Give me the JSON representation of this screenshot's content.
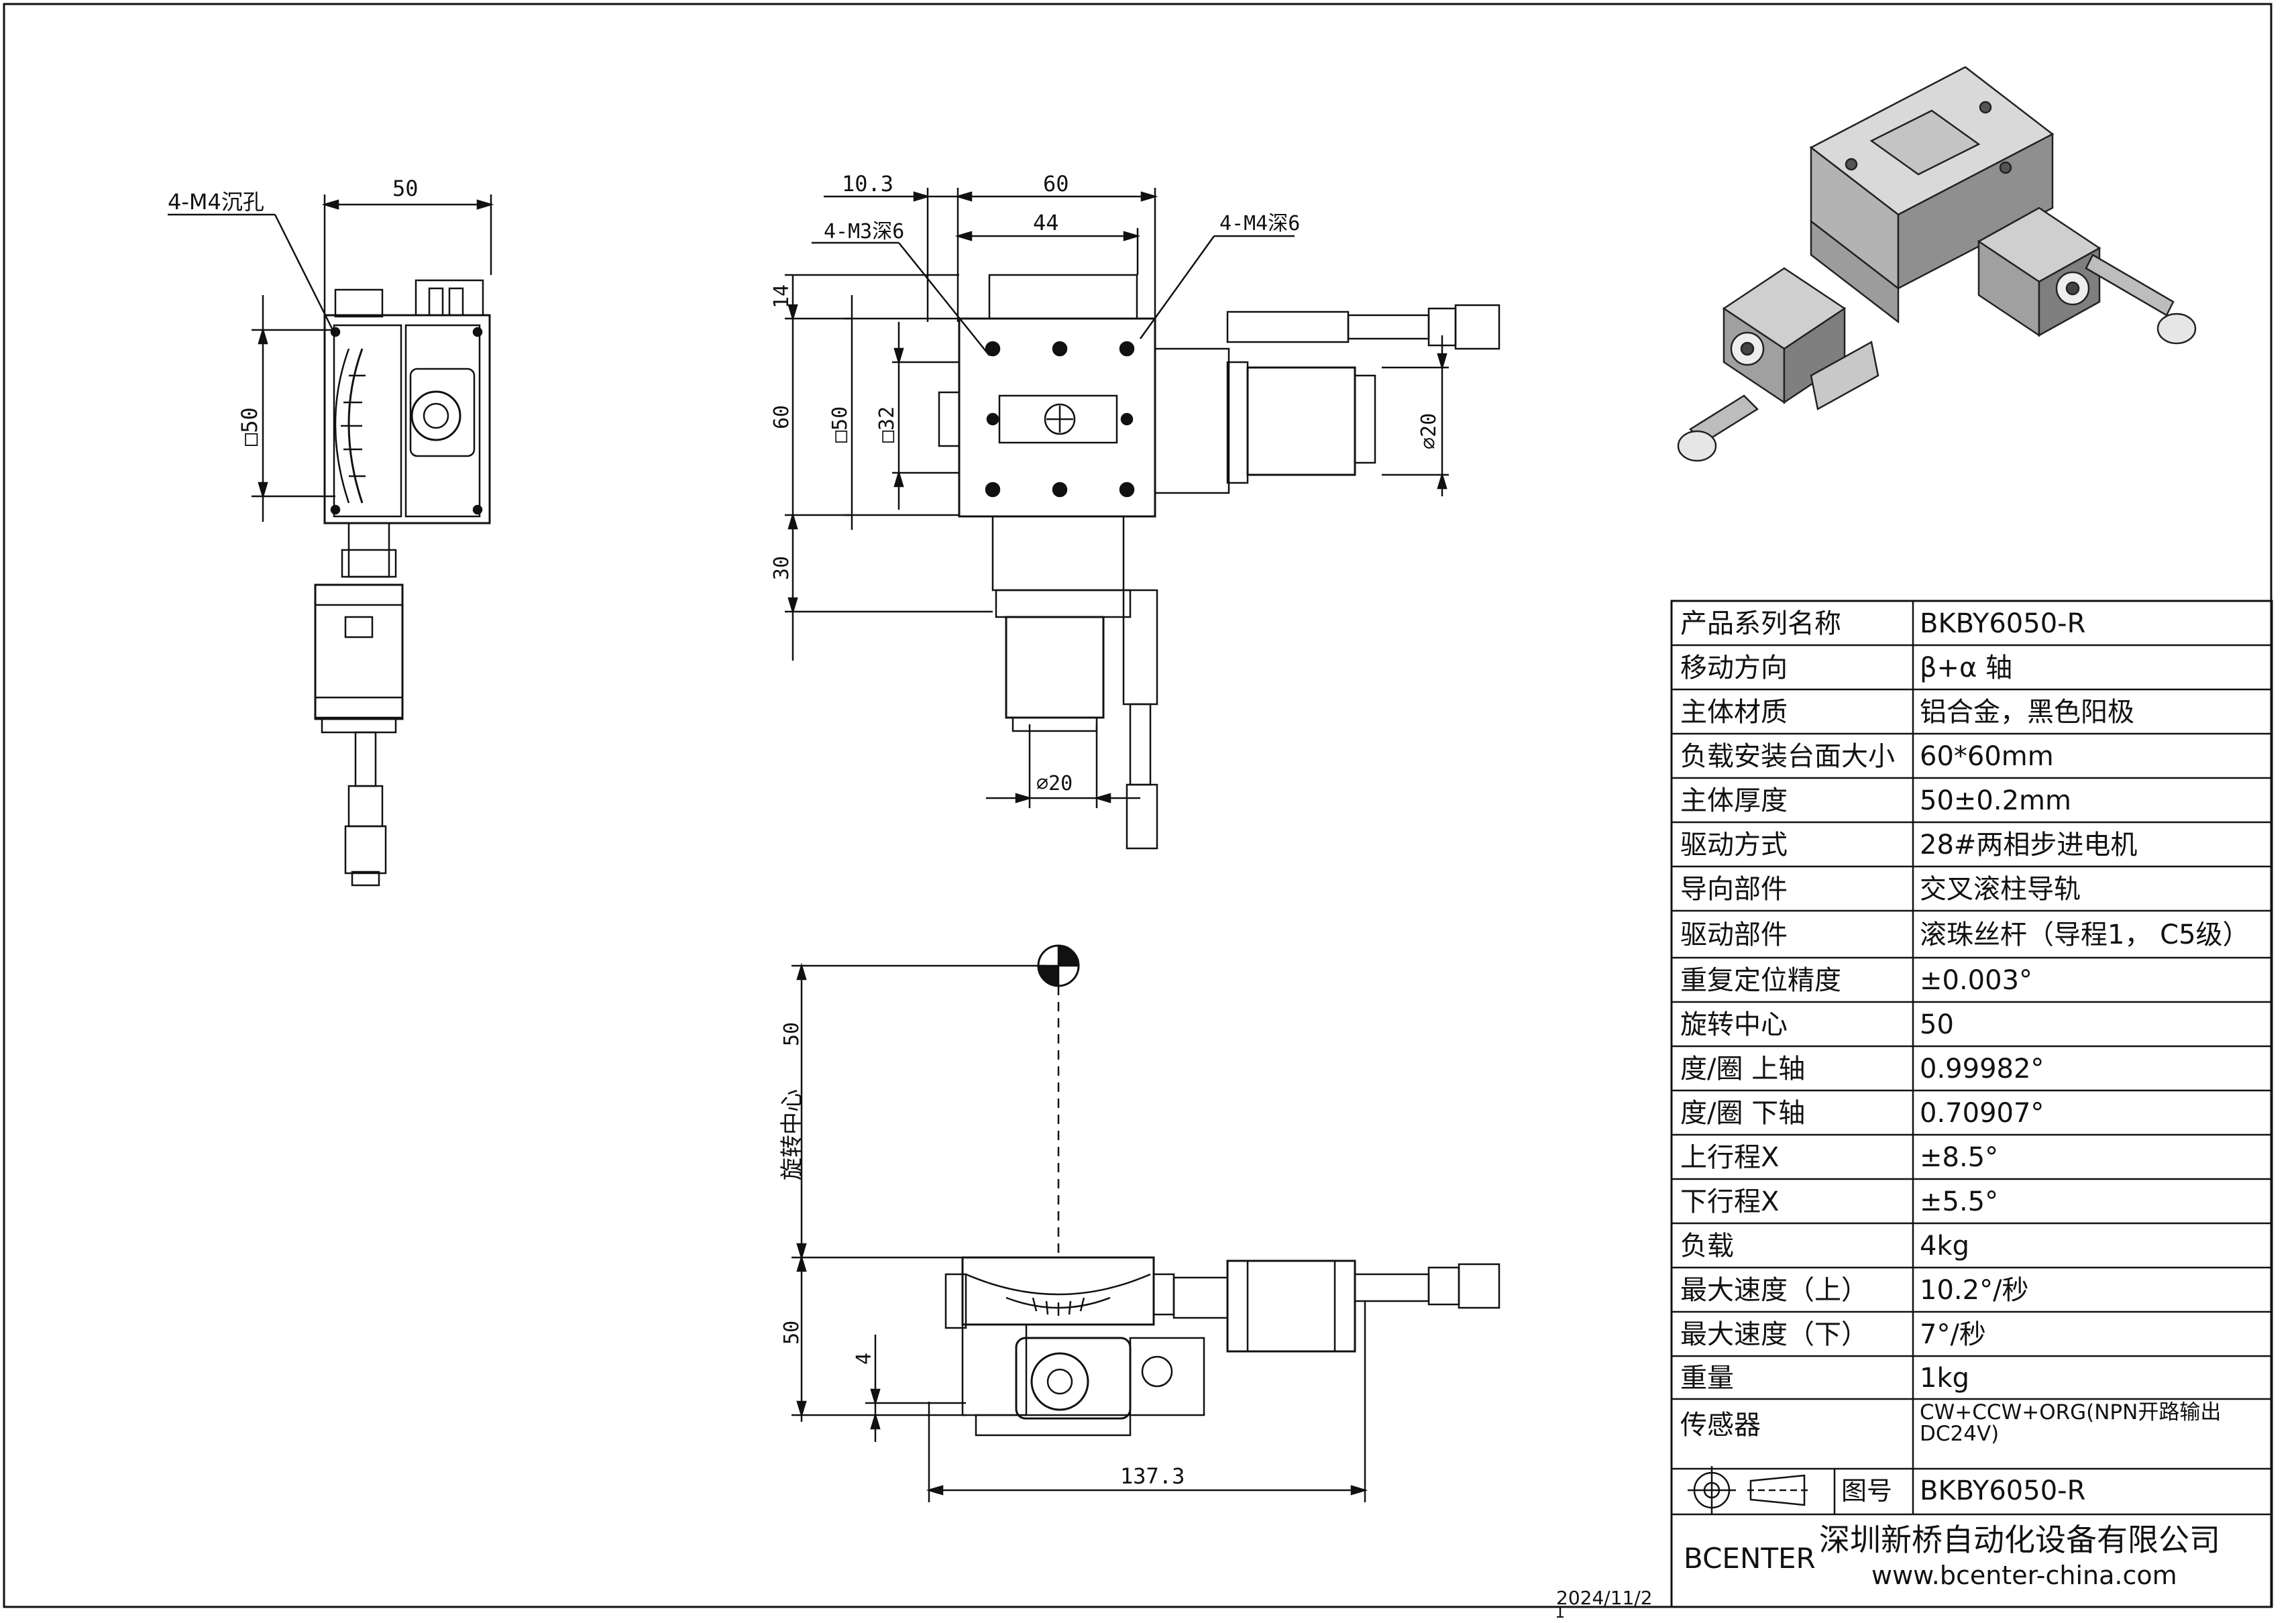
{
  "top_view": {
    "hole_label": "4-M4沉孔",
    "width_dim": "50",
    "square_dim": "□50"
  },
  "front_view": {
    "dim_10_3": "10.3",
    "dim_60_top": "60",
    "dim_44": "44",
    "label_m3": "4-M3深6",
    "label_m4": "4-M4深6",
    "dim_14": "14",
    "dim_60_left": "60",
    "dim_sq50": "□50",
    "dim_sq32": "□32",
    "dim_30": "30",
    "dim_d20_right": "⌀20",
    "dim_d20_bottom": "⌀20"
  },
  "side_view": {
    "dim_50_upper": "50",
    "center_label": "旋转中心",
    "dim_50_lower": "50",
    "dim_4": "4",
    "dim_137_3": "137.3"
  },
  "specs": [
    {
      "label": "产品系列名称",
      "value": "BKBY6050-R"
    },
    {
      "label": "移动方向",
      "value": "β+α  轴"
    },
    {
      "label": "主体材质",
      "value": "铝合金，黑色阳极"
    },
    {
      "label": "负载安装台面大小",
      "value": "60*60mm"
    },
    {
      "label": "主体厚度",
      "value": "50±0.2mm"
    },
    {
      "label": "驱动方式",
      "value": "28#两相步进电机"
    },
    {
      "label": "导向部件",
      "value": "交叉滚柱导轨"
    },
    {
      "label": "驱动部件",
      "value": "滚珠丝杆（导程1， C5级）"
    },
    {
      "label": "重复定位精度",
      "value": "±0.003°"
    },
    {
      "label": "旋转中心",
      "value": "50"
    },
    {
      "label": "度/圈  上轴",
      "value": "0.99982°"
    },
    {
      "label": "度/圈  下轴",
      "value": "0.70907°"
    },
    {
      "label": "上行程X",
      "value": "±8.5°"
    },
    {
      "label": "下行程X",
      "value": "±5.5°"
    },
    {
      "label": "负载",
      "value": "4kg"
    },
    {
      "label": "最大速度（上）",
      "value": "10.2°/秒"
    },
    {
      "label": "最大速度（下）",
      "value": "7°/秒"
    },
    {
      "label": "重量",
      "value": "1kg"
    },
    {
      "label": "传感器",
      "value_line1": "CW+CCW+ORG(NPN开路输出",
      "value_line2": "DC24V)"
    }
  ],
  "title_block": {
    "drawing_no_label": "图号",
    "drawing_no": "BKBY6050-R",
    "brand": "BCENTER",
    "company": "深圳新桥自动化设备有限公司",
    "website": "www.bcenter-china.com"
  },
  "footer": {
    "date": "2024/11/2",
    "page": "1"
  }
}
